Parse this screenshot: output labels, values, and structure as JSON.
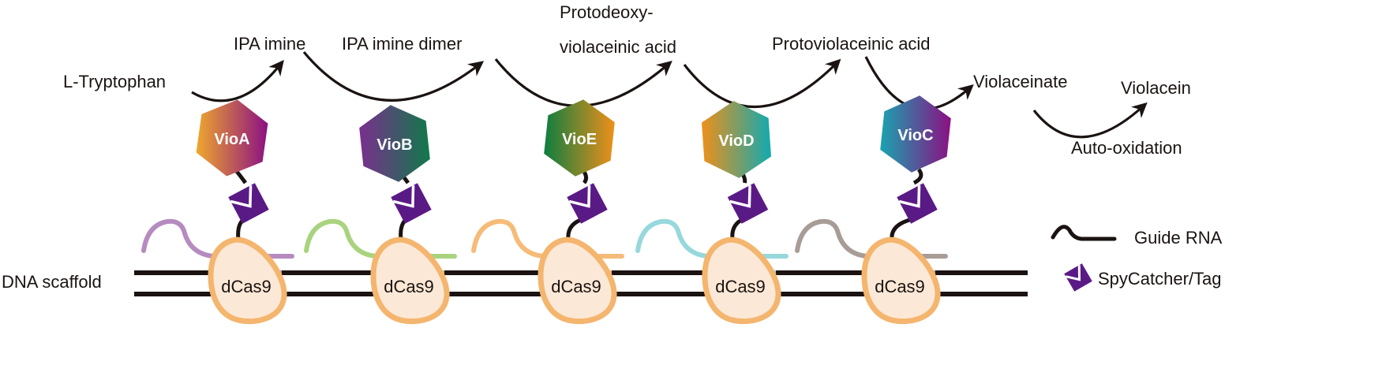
{
  "pathway": {
    "substrate": "L-Tryptophan",
    "intermediates": [
      "IPA imine",
      "IPA imine dimer",
      "Protodeoxy-",
      "violaceinic acid",
      "Protoviolaceinic acid",
      "Violaceinate"
    ],
    "product": "Violacein",
    "final_step_label": "Auto-oxidation"
  },
  "enzymes": [
    {
      "name": "VioA",
      "colors": [
        "#efa72e",
        "#8b1083"
      ],
      "grna_color": "#b68bc0"
    },
    {
      "name": "VioB",
      "colors": [
        "#7a2f8e",
        "#10794a"
      ],
      "grna_color": "#a9d37e"
    },
    {
      "name": "VioE",
      "colors": [
        "#0e7d3f",
        "#ee901a"
      ],
      "grna_color": "#f6bb79"
    },
    {
      "name": "VioD",
      "colors": [
        "#ee901a",
        "#12a9b0"
      ],
      "grna_color": "#97d8dc"
    },
    {
      "name": "VioC",
      "colors": [
        "#1aa3b0",
        "#8b1083"
      ],
      "grna_color": "#a89c97"
    }
  ],
  "scaffold": {
    "label": "DNA scaffold",
    "binder_label": "dCas9",
    "binder_fill": "#fce8d6",
    "binder_stroke": "#f4b56e",
    "strand_color": "#1a1311"
  },
  "legend": {
    "items": [
      {
        "label": "Guide RNA",
        "icon": "guide-rna-icon"
      },
      {
        "label": "SpyCatcher/Tag",
        "icon": "spycatcher-tag-icon"
      }
    ],
    "tag_color": "#5a1a86"
  }
}
